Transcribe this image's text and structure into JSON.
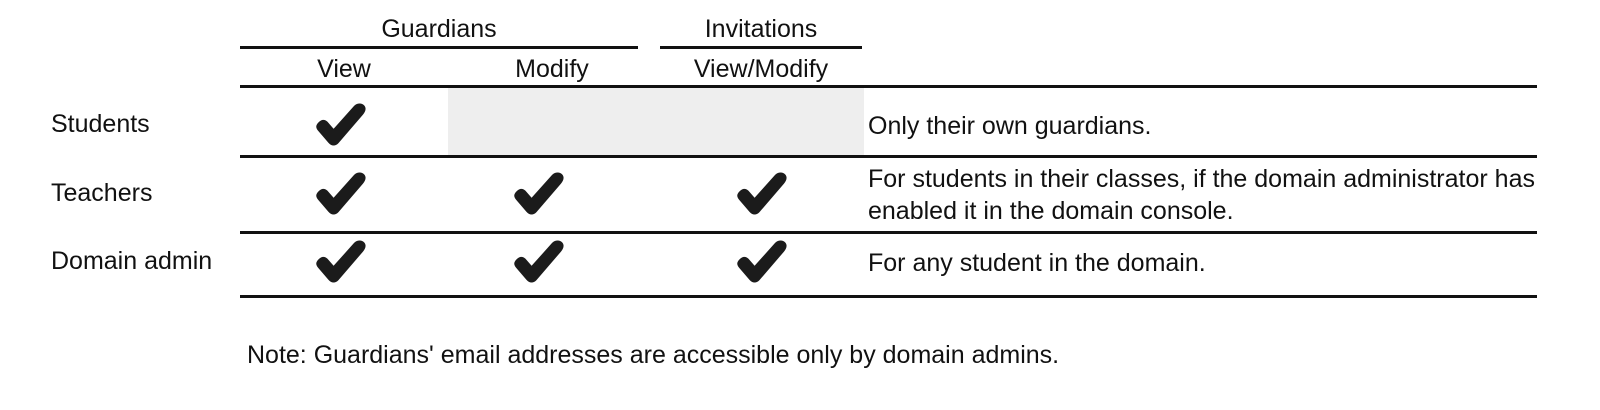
{
  "table": {
    "group_headers": [
      {
        "label": "Guardians",
        "spans": [
          "View",
          "Modify"
        ]
      },
      {
        "label": "Invitations",
        "spans": [
          "View/Modify"
        ]
      }
    ],
    "column_headers": {
      "row_label": "",
      "guardians_view": "View",
      "guardians_modify": "Modify",
      "invitations_viewmodify": "View/Modify",
      "notes": ""
    },
    "rows": [
      {
        "role": "Students",
        "guardians_view": "check",
        "guardians_modify": "shaded",
        "invitations_viewmodify": "shaded",
        "note": "Only their own guardians."
      },
      {
        "role": "Teachers",
        "guardians_view": "check",
        "guardians_modify": "check",
        "invitations_viewmodify": "check",
        "note": "For students in their classes, if the domain administrator has enabled it in the domain console."
      },
      {
        "role": "Domain admin",
        "guardians_view": "check",
        "guardians_modify": "check",
        "invitations_viewmodify": "check",
        "note": "For any student in the domain."
      }
    ]
  },
  "footnote": "Note: Guardians' email addresses are accessible only by domain admins.",
  "icons": {
    "check": "heavy-check-mark"
  },
  "colors": {
    "ink": "#111111",
    "rule": "#111111",
    "shaded_cell": "#eeeeee",
    "page_background": "#ffffff"
  }
}
